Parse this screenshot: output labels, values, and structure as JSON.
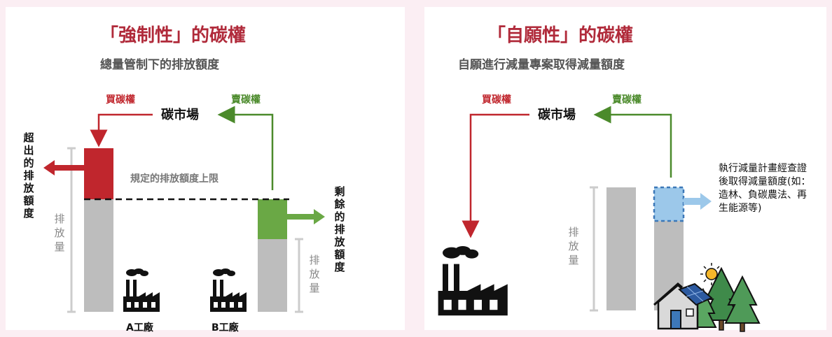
{
  "left": {
    "title": "「強制性」的碳權",
    "subtitle": "總量管制下的排放額度",
    "market_label": "碳市場",
    "buy_label": "買碳權",
    "sell_label": "賣碳權",
    "excess_label": "超出的排放額度",
    "surplus_label": "剩餘的排放額度",
    "limit_label": "規定的排放額度上限",
    "emission_label": "排放量",
    "factory_a": "A工廠",
    "factory_b": "B工廠"
  },
  "right": {
    "title": "「自願性」的碳權",
    "subtitle": "自願進行減量專案取得減量額度",
    "market_label": "碳市場",
    "buy_label": "買碳權",
    "sell_label": "賣碳權",
    "emission_label": "排放量",
    "project_note": "執行減量計畫經查證後取得減量額度(如：造林、負碳農法、再生能源等)"
  },
  "colors": {
    "title": "#b02a3a",
    "buy": "#c0262d",
    "sell": "#4b8a2b",
    "bar": "#bdbdbd",
    "excess": "#c0262d",
    "surplus": "#6aa845",
    "credit": "#9cc8ea",
    "background": "#fbeef3"
  },
  "icons": [
    "factory-icon",
    "house-icon",
    "solar-panel-icon",
    "tree-icon",
    "sun-icon"
  ]
}
